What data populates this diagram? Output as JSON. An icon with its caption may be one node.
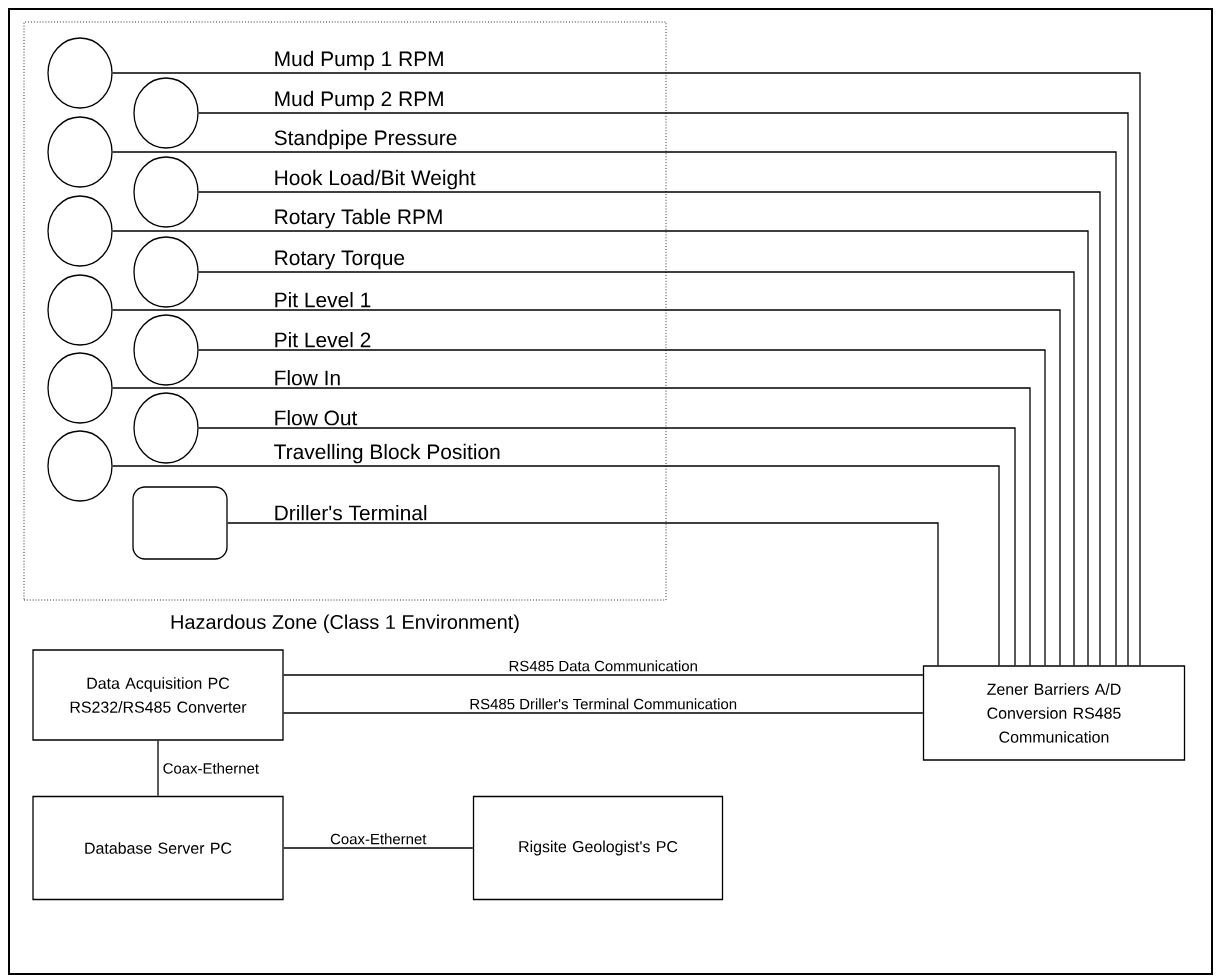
{
  "diagram": {
    "nodes": [
      {
        "text": [
          "Hazardous Zone (Class 1 Environment)"
        ]
      },
      {
        "text": [],
        "shape": "circle",
        "in": 0
      },
      {
        "text": [],
        "shape": "circle",
        "in": 0
      },
      {
        "text": [],
        "shape": "circle",
        "in": 0
      },
      {
        "text": [],
        "shape": "circle",
        "in": 0
      },
      {
        "text": [],
        "shape": "circle",
        "in": 0
      },
      {
        "text": [],
        "shape": "circle",
        "in": 0
      },
      {
        "text": [],
        "shape": "circle",
        "in": 0
      },
      {
        "text": [],
        "shape": "circle",
        "in": 0
      },
      {
        "text": [],
        "shape": "circle",
        "in": 0
      },
      {
        "text": [],
        "shape": "circle",
        "in": 0
      },
      {
        "text": [],
        "shape": "circle",
        "in": 0
      },
      {
        "text": [],
        "shape": "box",
        "in": 0
      },
      {
        "text": [
          "Zener Barriers A/D Conversion RS485 Communication"
        ]
      },
      {
        "text": [
          "Data Acquisition PC RS232/RS485 Converter"
        ]
      },
      {
        "text": [
          "Database Server PC"
        ]
      },
      {
        "text": [
          "Rigsite Geologist's PC"
        ]
      }
    ],
    "edges": [
      {
        "from": 1,
        "to": 13,
        "arrow": "none",
        "label": "Mud Pump 1 RPM"
      },
      {
        "from": 2,
        "to": 13,
        "arrow": "none",
        "label": "Mud Pump 2 RPM"
      },
      {
        "from": 3,
        "to": 13,
        "arrow": "none",
        "label": "Standpipe Pressure"
      },
      {
        "from": 4,
        "to": 13,
        "arrow": "none",
        "label": "Hook Load/Bit Weight"
      },
      {
        "from": 5,
        "to": 13,
        "arrow": "none",
        "label": "Rotary Table RPM"
      },
      {
        "from": 6,
        "to": 13,
        "arrow": "none",
        "label": "Rotary Torque"
      },
      {
        "from": 7,
        "to": 13,
        "arrow": "none",
        "label": "Pit Level 1"
      },
      {
        "from": 8,
        "to": 13,
        "arrow": "none",
        "label": "Pit Level 2"
      },
      {
        "from": 9,
        "to": 13,
        "arrow": "none",
        "label": "Flow In"
      },
      {
        "from": 10,
        "to": 13,
        "arrow": "none",
        "label": "Flow Out"
      },
      {
        "from": 11,
        "to": 13,
        "arrow": "none",
        "label": "Travelling Block Position"
      },
      {
        "from": 12,
        "to": 13,
        "arrow": "none",
        "label": "Driller's Terminal"
      },
      {
        "from": 14,
        "to": 13,
        "arrow": "none",
        "label": "RS485 Data Communication"
      },
      {
        "from": 14,
        "to": 13,
        "arrow": "none",
        "label": "RS485 Driller's Terminal Communication"
      },
      {
        "from": 14,
        "to": 15,
        "arrow": "none",
        "label": "Coax-Ethernet"
      },
      {
        "from": 15,
        "to": 16,
        "arrow": "none",
        "label": "Coax-Ethernet"
      }
    ]
  }
}
